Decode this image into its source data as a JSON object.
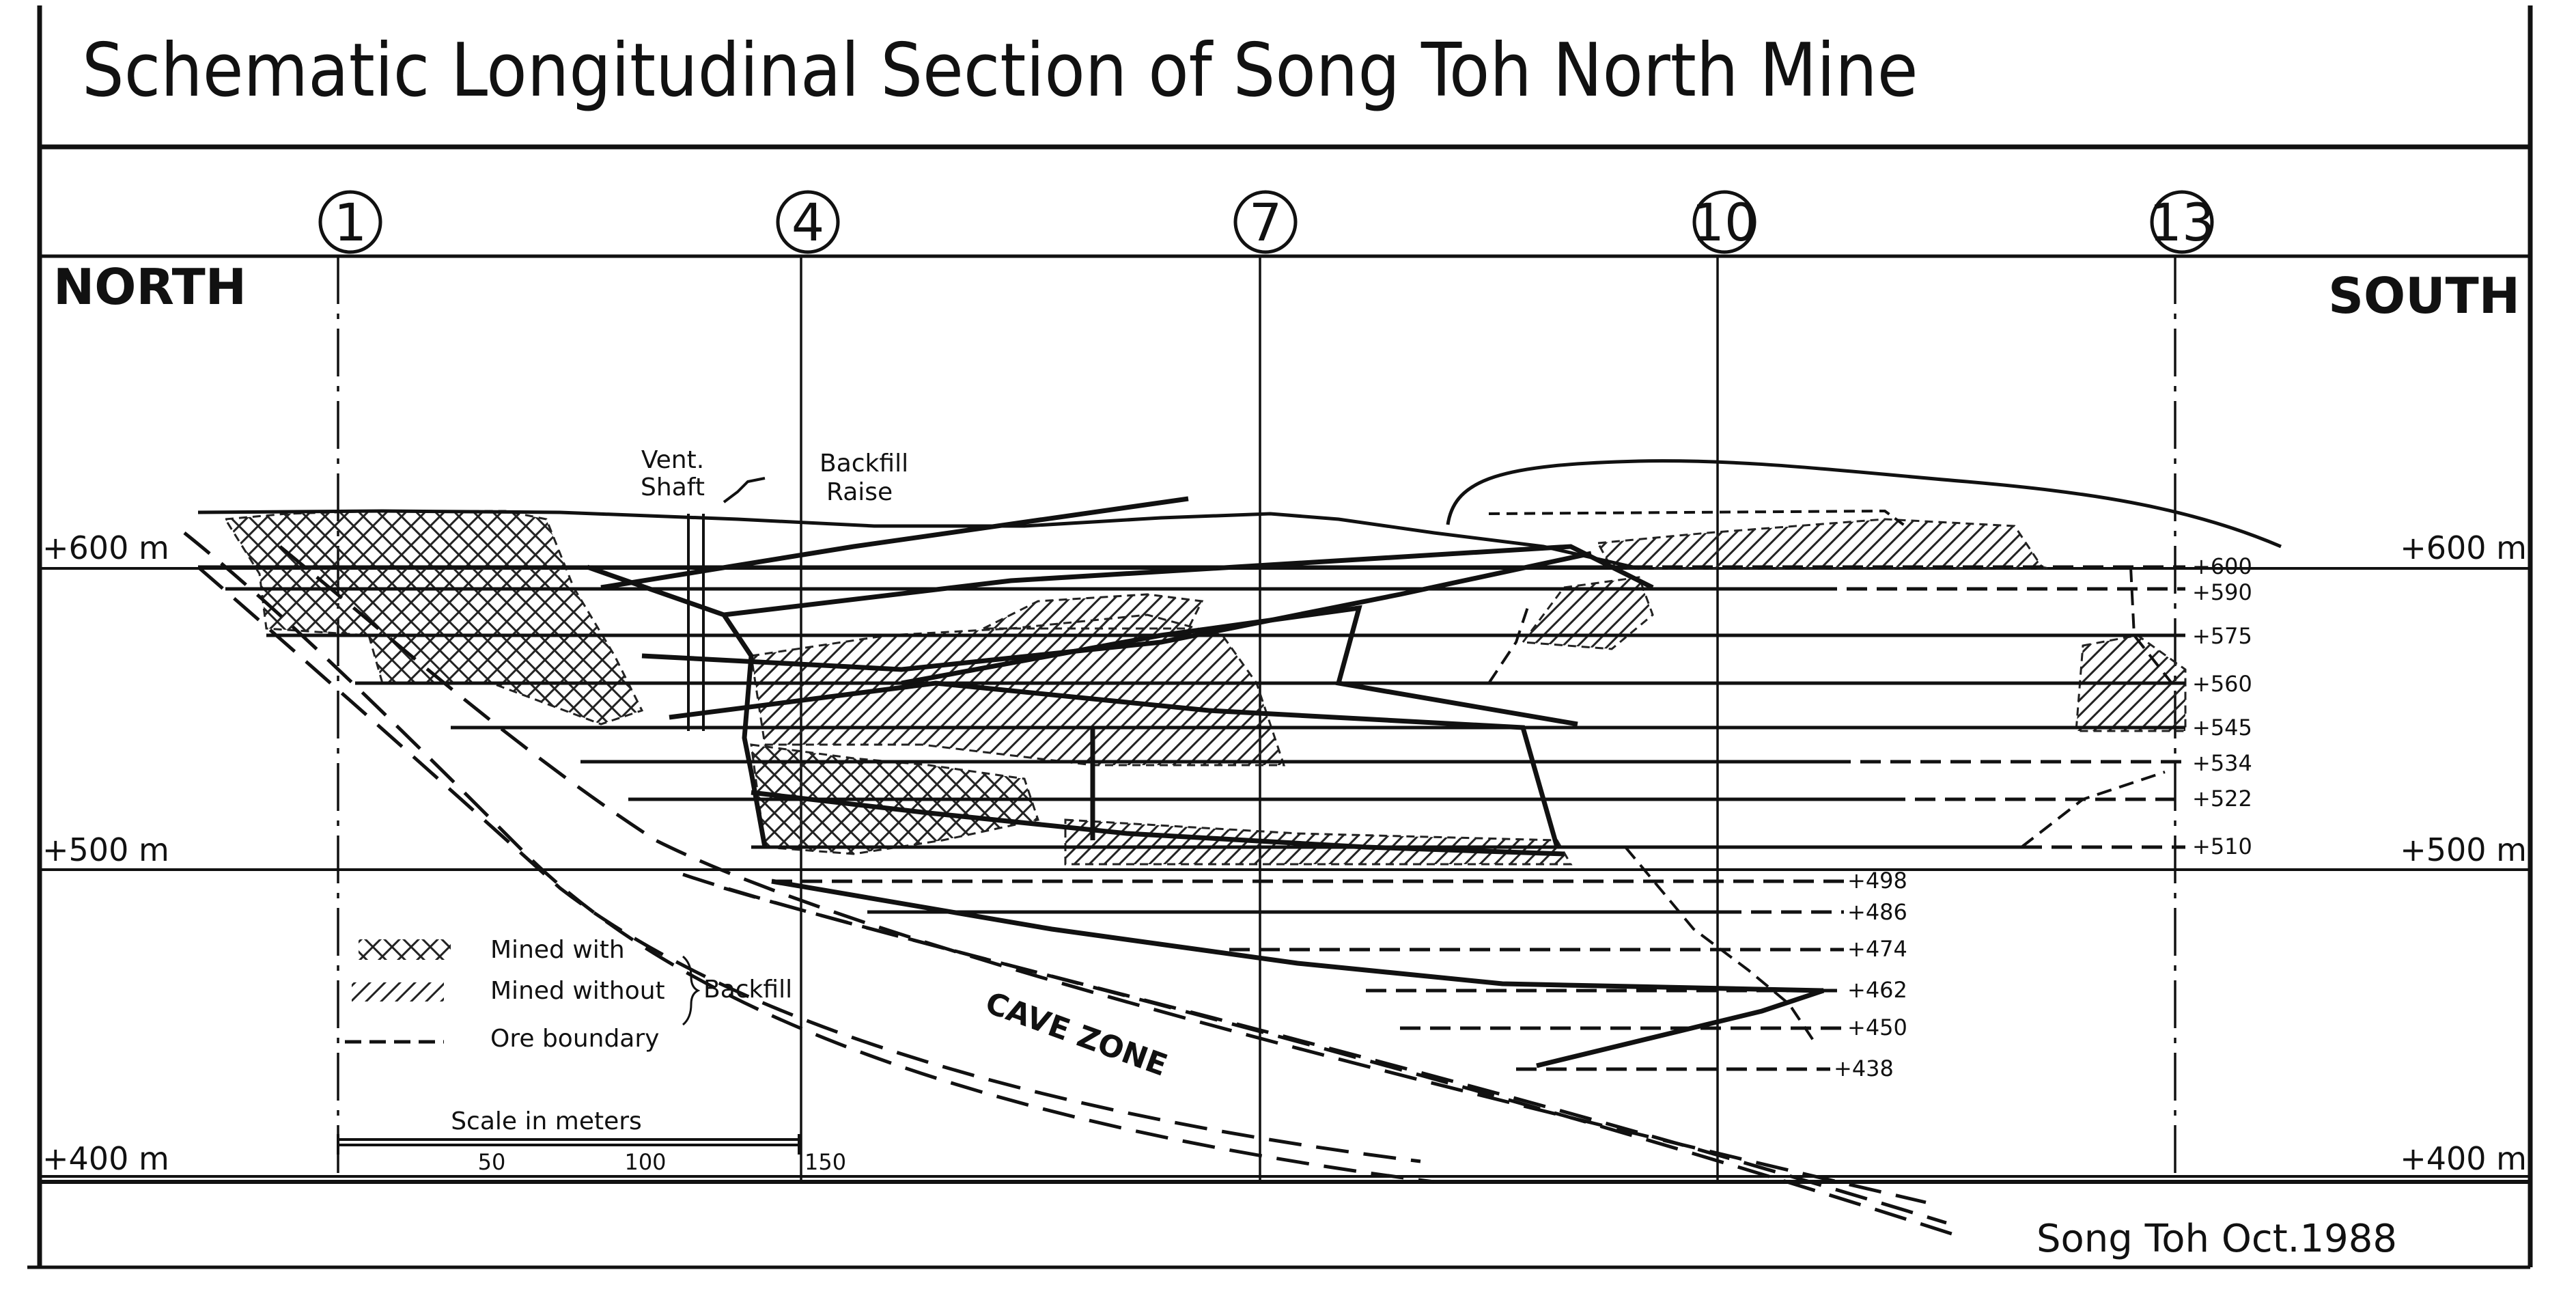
{
  "title": "Schematic Longitudinal Section of Song Toh North Mine",
  "direction_left": "NORTH",
  "direction_right": "SOUTH",
  "elevations": [
    "+600 m",
    "+500 m",
    "+400 m"
  ],
  "sections": [
    "1",
    "4",
    "7",
    "10",
    "13"
  ],
  "levels": [
    "+600",
    "+590",
    "+575",
    "+560",
    "+545",
    "+534",
    "+522",
    "+510",
    "+498",
    "+486",
    "+474",
    "+462",
    "+450",
    "+438"
  ],
  "labels": {
    "vent_shaft_1": "Vent.",
    "vent_shaft_2": "Shaft",
    "backfill_raise_1": "Backfill",
    "backfill_raise_2": "Raise",
    "cave_zone": "CAVE ZONE"
  },
  "legend": {
    "mined_with": "Mined with",
    "mined_without": "Mined without",
    "ore_boundary": "Ore boundary",
    "backfill": "Backfill"
  },
  "scale": {
    "title": "Scale in meters",
    "ticks": [
      "50",
      "100",
      "150"
    ]
  },
  "credit": "Song Toh Oct.1988"
}
